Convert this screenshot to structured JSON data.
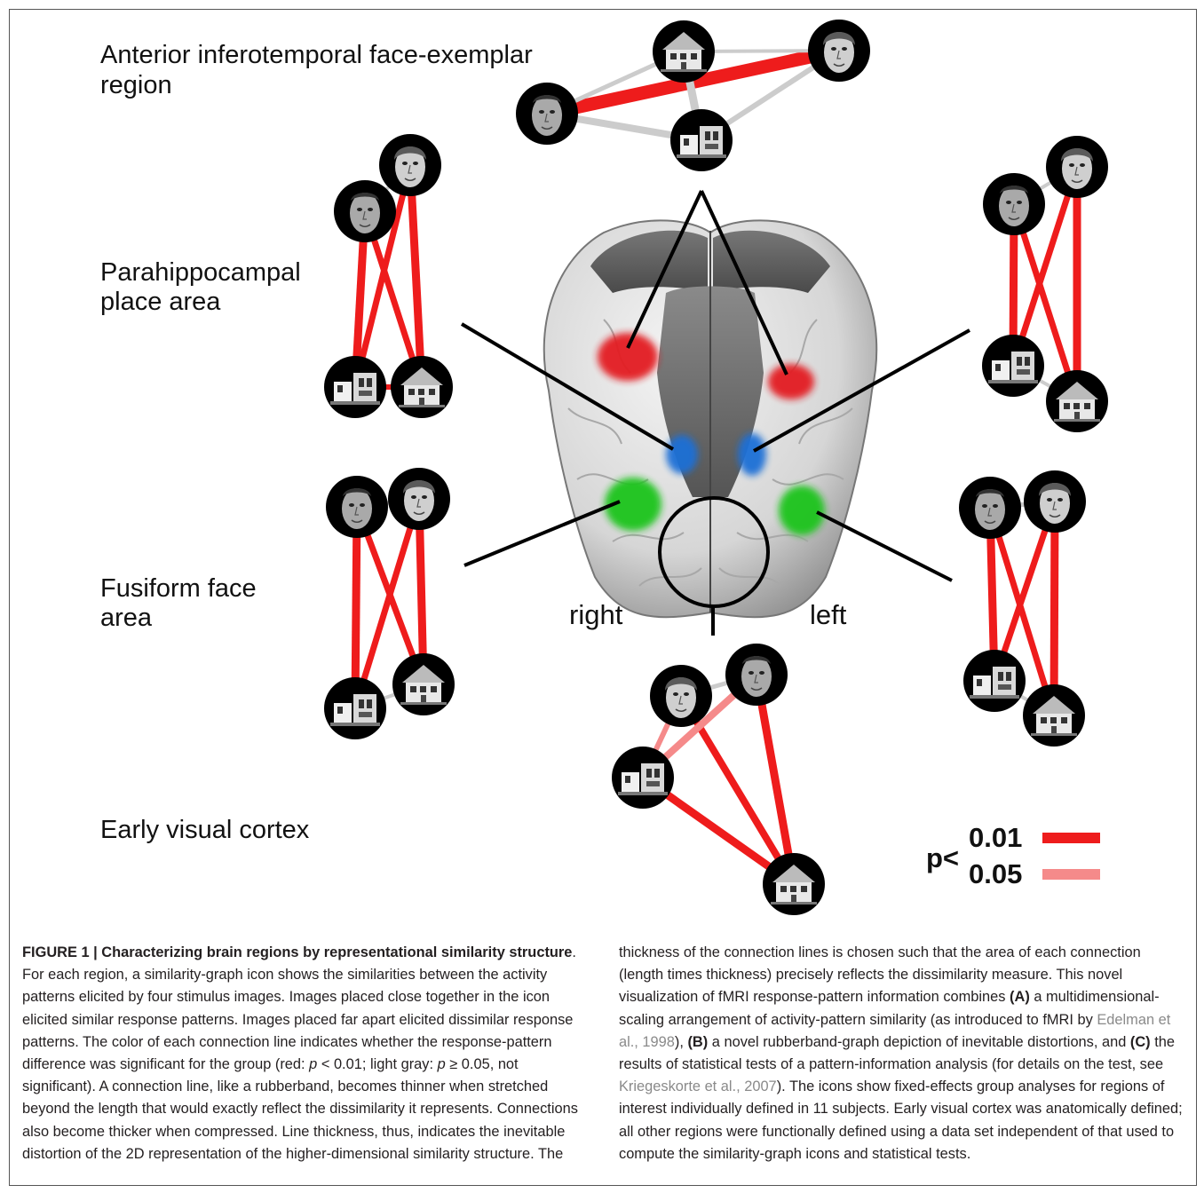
{
  "figure": {
    "region_labels": {
      "ait_line1": "Anterior inferotemporal face-exemplar",
      "ait_line2": "region",
      "ppa_line1": "Parahippocampal",
      "ppa_line2": "place area",
      "ffa_line1": "Fusiform face",
      "ffa_line2": "area",
      "evc": "Early visual cortex"
    },
    "hemisphere_labels": {
      "right": "right",
      "left": "left"
    },
    "legend": {
      "prefix": "p<",
      "level_1": "0.01",
      "level_2": "0.05",
      "color_1": "#ee1c1c",
      "color_2": "#f58a8a"
    },
    "colors": {
      "significant": "#ee1c1c",
      "marginal": "#f58a8a",
      "not_significant": "#cccccc",
      "roi_red": "#e31b23",
      "roi_blue": "#1f6fd6",
      "roi_green": "#1fc41f"
    },
    "icon_types": [
      "female-face-icon",
      "male-face-icon",
      "modern-building-icon",
      "house-icon"
    ]
  },
  "caption": {
    "title": "FIGURE 1 | Characterizing brain regions by representational similarity structure",
    "left_text": ". For each region, a similarity-graph icon shows the similarities between the activity patterns elicited by four stimulus images. Images placed close together in the icon elicited similar response patterns. Images placed far apart elicited dissimilar response patterns. The color of each connection line indicates whether the response-pattern difference was significant for the group (red: ",
    "p_sym": "p",
    "lt_001": " < 0.01; light gray: ",
    "ge_005": " ≥ 0.05, not significant). A connection line, like a rubberband, becomes thinner when stretched beyond the length that would exactly reflect the dissimilarity it represents. Connections also become thicker when compressed. Line thickness, thus, indicates the inevitable distortion of the 2D representation of the higher-dimensional similarity structure. The",
    "right_1": "thickness of the connection lines is chosen such that the area of each connection (length times thickness) precisely reflects the dissimilarity measure. This novel visualization of fMRI response-pattern information combines ",
    "A": "(A)",
    "right_2": " a multidimensional-scaling arrangement of activity-pattern similarity (as introduced to fMRI by ",
    "cite1": "Edelman et al., 1998",
    "right_3": "), ",
    "B": "(B)",
    "right_4": " a novel rubberband-graph depiction of inevitable distortions, and ",
    "C": "(C)",
    "right_5": " the results of statistical tests of a pattern-information analysis (for details on the test, see ",
    "cite2": "Kriegeskorte et al., 2007",
    "right_6": "). The icons show fixed-effects group analyses for regions of interest individually defined in 11 subjects. Early visual cortex was anatomically defined; all other regions were functionally defined using a data set independent of that used to compute the similarity-graph icons and statistical tests."
  }
}
